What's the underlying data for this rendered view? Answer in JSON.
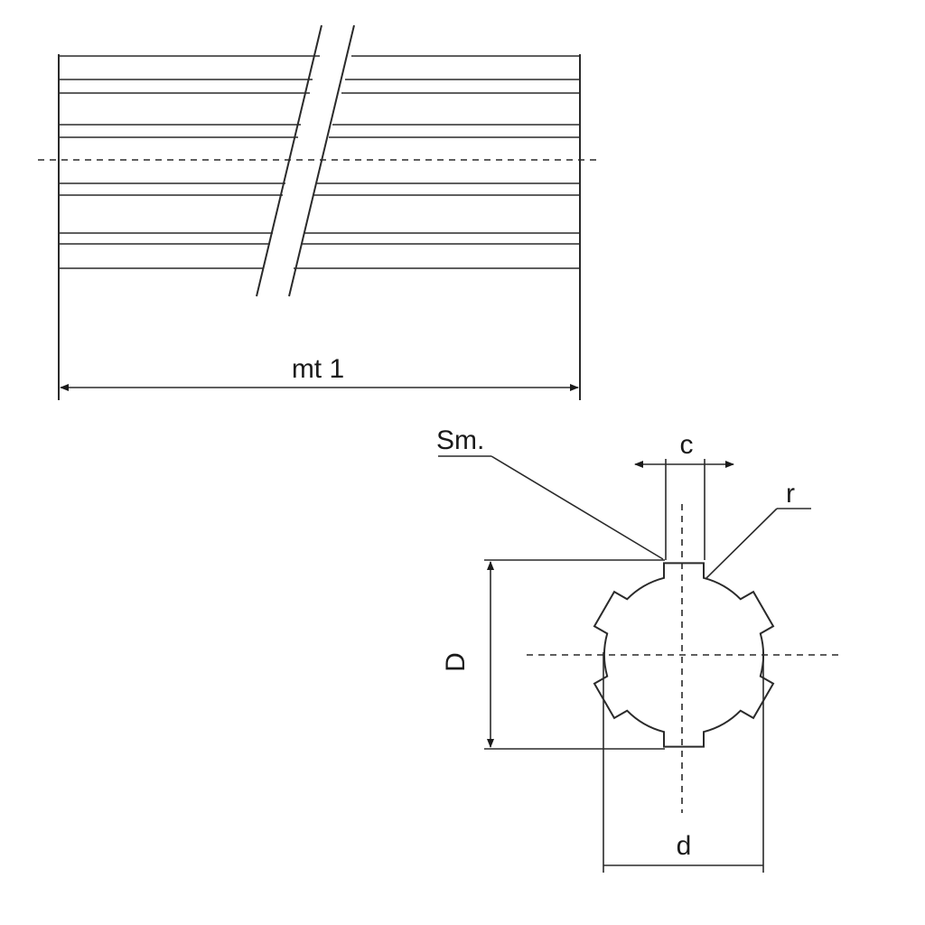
{
  "labels": {
    "length": "mt 1",
    "chamfer": "Sm.",
    "width": "c",
    "radius": "r",
    "outer_diameter": "D",
    "inner_diameter": "d"
  },
  "shaft": {
    "spline_count": 6
  }
}
